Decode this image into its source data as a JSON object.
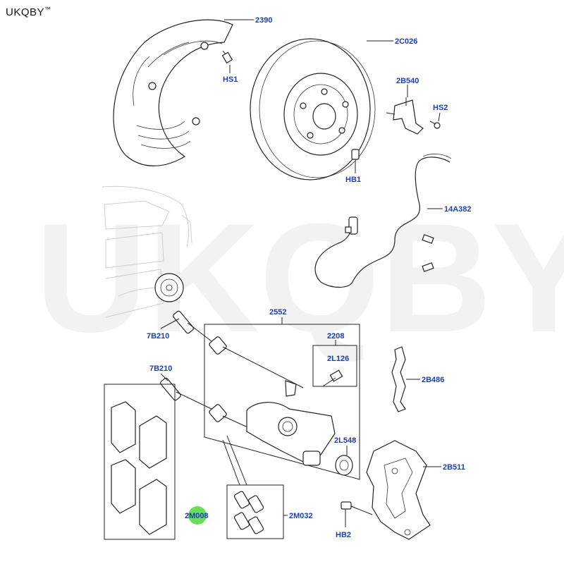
{
  "watermark": {
    "corner": "UKQBY",
    "corner_tm": "™",
    "big": "UKQBY™"
  },
  "labels": {
    "l2390": "2390",
    "l2c026": "2C026",
    "hs1": "HS1",
    "l2b540": "2B540",
    "hs2": "HS2",
    "hb1": "HB1",
    "l14a382": "14A382",
    "l2552": "2552",
    "l7b210a": "7B210",
    "l2208": "2208",
    "l2l126": "2L126",
    "l7b210b": "7B210",
    "l2b486": "2B486",
    "l2l548": "2L548",
    "l2b511": "2B511",
    "l2m008": "2M008",
    "l2m032": "2M032",
    "hb2": "HB2"
  },
  "colors": {
    "label": "#1a3fb0",
    "line": "#222222",
    "highlight": "#4cd93c"
  }
}
